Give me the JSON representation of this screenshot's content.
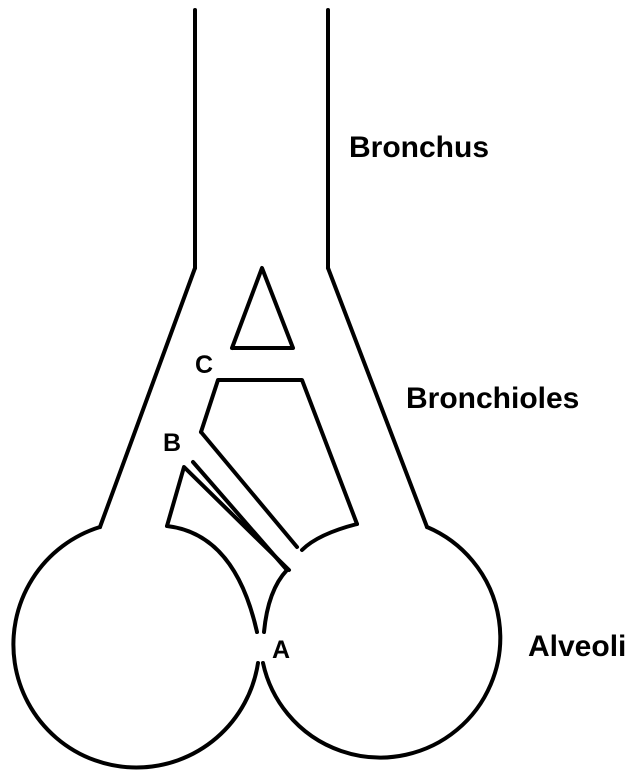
{
  "labels": {
    "bronchus": "Bronchus",
    "bronchioles": "Bronchioles",
    "alveoli": "Alveoli"
  },
  "markers": {
    "a": "A",
    "b": "B",
    "c": "C"
  }
}
